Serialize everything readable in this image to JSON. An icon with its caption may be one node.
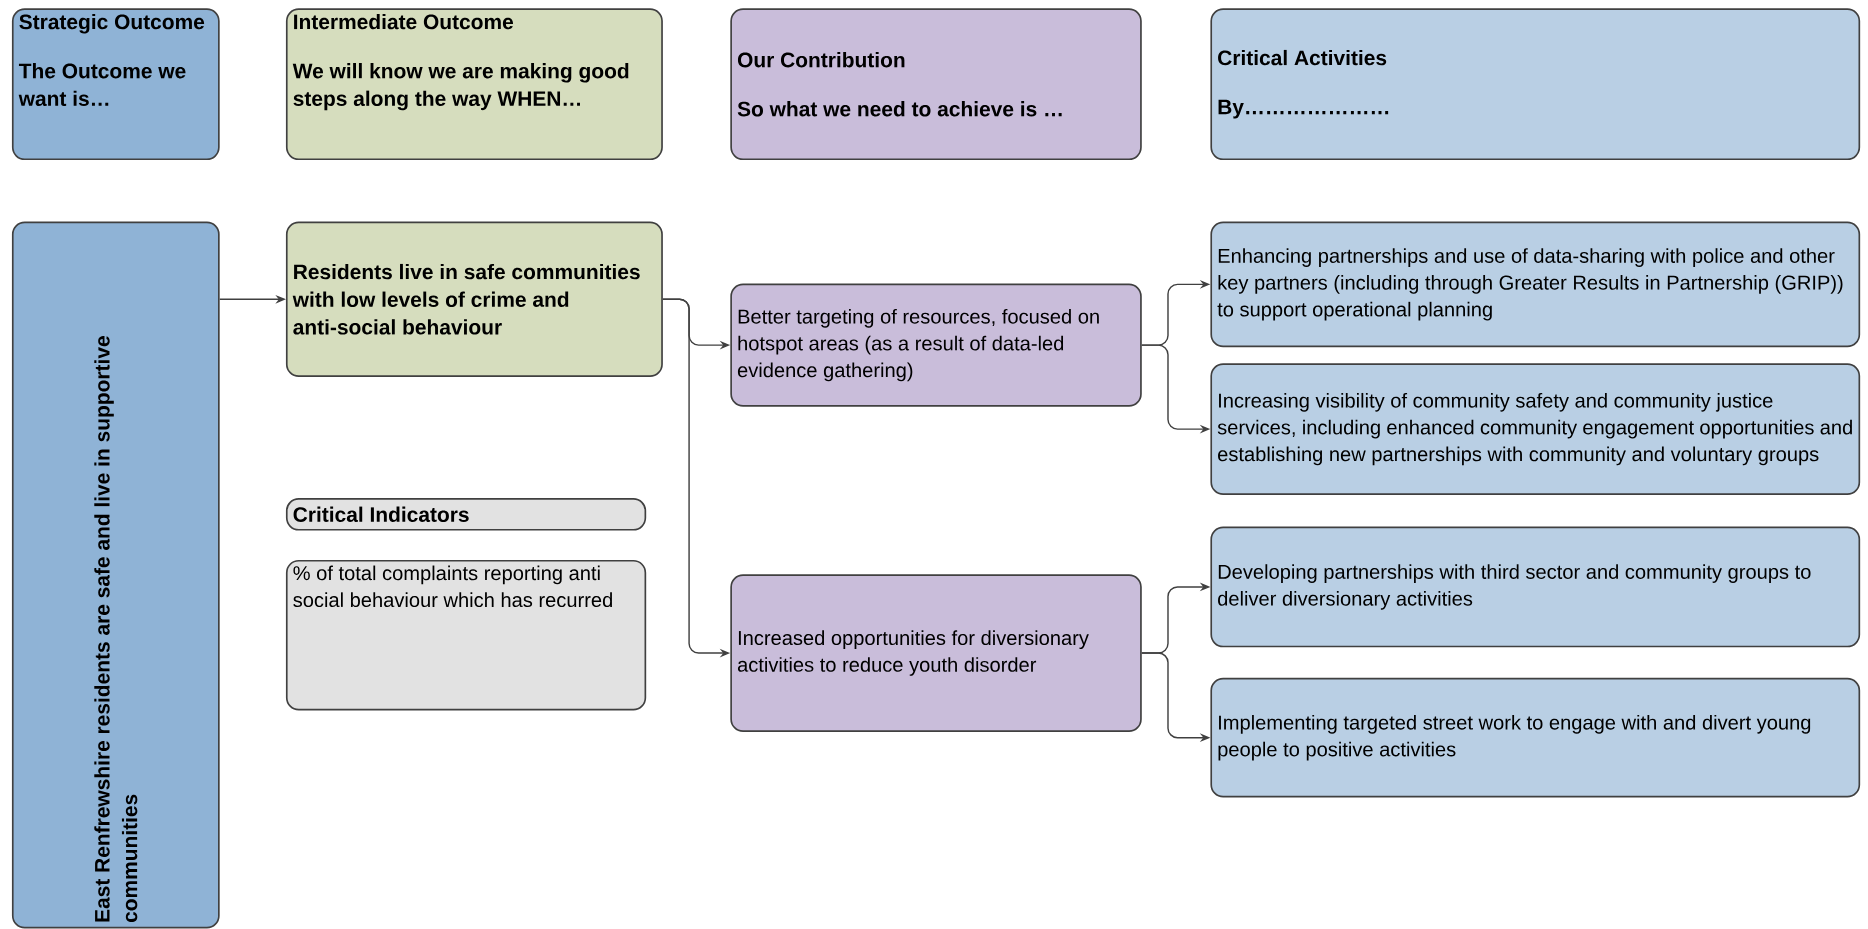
{
  "diagram": {
    "nodes": [
      {
        "text": [
          "Strategic Outcome",
          "The Outcome we want is…"
        ]
      },
      {
        "text": [
          "Intermediate Outcome",
          "We will know we are making good steps along the way WHEN…"
        ]
      },
      {
        "text": [
          "Our Contribution",
          "So what we need to achieve is …"
        ]
      },
      {
        "text": [
          "Critical Activities",
          "By…………………"
        ]
      },
      {
        "text": [
          "East Renfrewshire residents are safe and live in supportive communities"
        ]
      },
      {
        "text": [
          "Residents live in safe communities with low levels of crime and anti-social behaviour"
        ]
      },
      {
        "text": [
          "Critical Indicators"
        ]
      },
      {
        "text": [
          "% of total complaints reporting anti social behaviour which has recurred"
        ]
      },
      {
        "text": [
          "Better targeting of resources, focused on hotspot areas (as a result of data-led evidence gathering)"
        ]
      },
      {
        "text": [
          "Increased opportunities for diversionary activities to reduce youth disorder"
        ]
      },
      {
        "text": [
          "Enhancing partnerships and use of data-sharing with police and other key partners (including through Greater Results in Partnership (GRIP)) to support operational planning"
        ]
      },
      {
        "text": [
          "Increasing visibility of community safety and community justice services, including enhanced community engagement opportunities and establishing new partnerships with community and voluntary groups"
        ]
      },
      {
        "text": [
          "Developing partnerships with third sector and community groups to deliver diversionary activities"
        ]
      },
      {
        "text": [
          "Implementing targeted street work to engage with and divert young people to positive activities"
        ]
      }
    ],
    "edges": [
      {
        "from": 4,
        "to": 5,
        "arrow": "to"
      },
      {
        "from": 5,
        "to": 8,
        "arrow": "to"
      },
      {
        "from": 5,
        "to": 9,
        "arrow": "to"
      },
      {
        "from": 8,
        "to": 10,
        "arrow": "to"
      },
      {
        "from": 8,
        "to": 11,
        "arrow": "to"
      },
      {
        "from": 9,
        "to": 12,
        "arrow": "to"
      },
      {
        "from": 9,
        "to": 13,
        "arrow": "to"
      }
    ]
  }
}
